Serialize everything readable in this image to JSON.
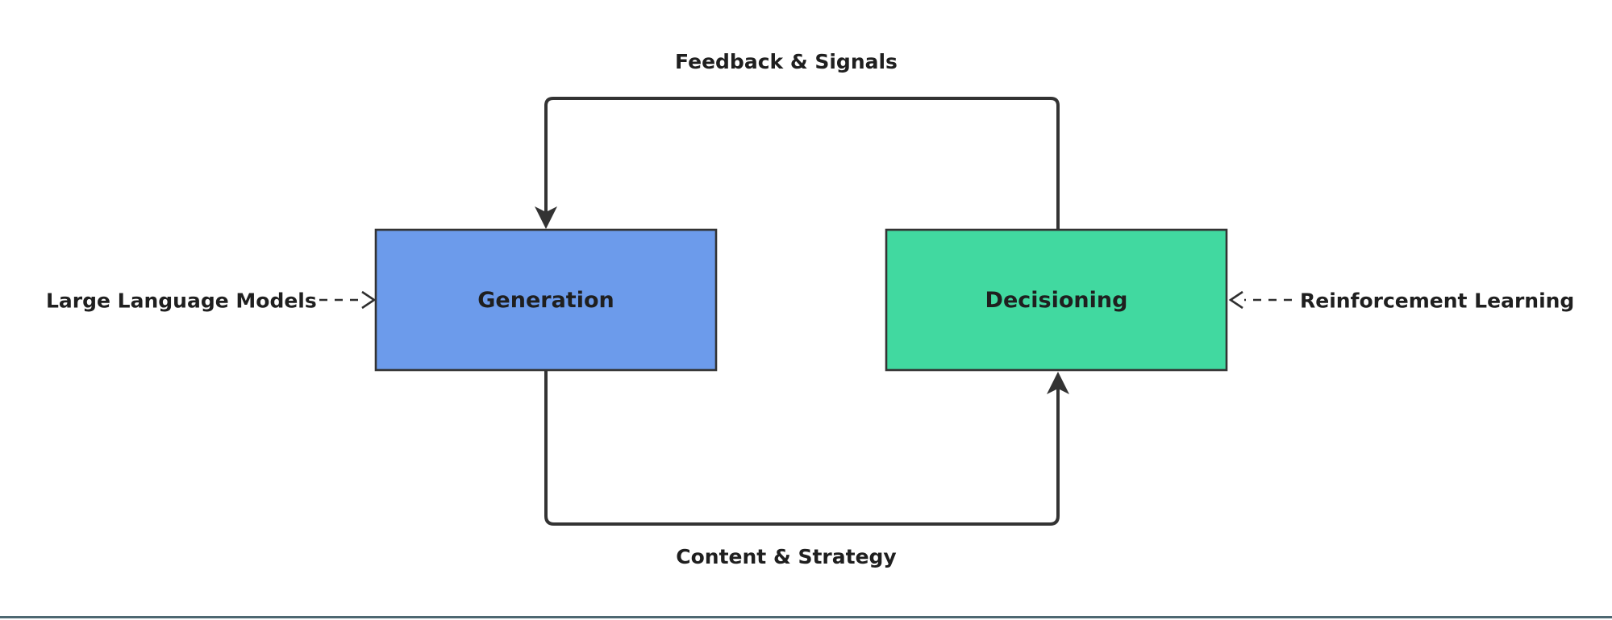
{
  "diagram": {
    "title": "generation-decisioning-loop",
    "nodes": {
      "generation": {
        "label": "Generation",
        "fill": "#6C9BEB"
      },
      "decisioning": {
        "label": "Decisioning",
        "fill": "#41D9A0"
      }
    },
    "edge_labels": {
      "top": "Feedback & Signals",
      "bottom": "Content & Strategy"
    },
    "inputs": {
      "left": {
        "label": "Large Language Models"
      },
      "right": {
        "label": "Reinforcement Learning"
      }
    },
    "edges": [
      {
        "from": "Decisioning",
        "to": "Generation",
        "label": "Feedback & Signals",
        "style": "solid"
      },
      {
        "from": "Generation",
        "to": "Decisioning",
        "label": "Content & Strategy",
        "style": "solid"
      },
      {
        "from": "Large Language Models",
        "to": "Generation",
        "label": "",
        "style": "dashed"
      },
      {
        "from": "Reinforcement Learning",
        "to": "Decisioning",
        "label": "",
        "style": "dashed"
      }
    ],
    "colors": {
      "line": "#333333",
      "text": "#1F1F1F",
      "node_border": "#333333",
      "generation_fill": "#6C9BEB",
      "decisioning_fill": "#41D9A0",
      "footer_bar": "#4D6872",
      "background": "#FFFFFF"
    }
  }
}
